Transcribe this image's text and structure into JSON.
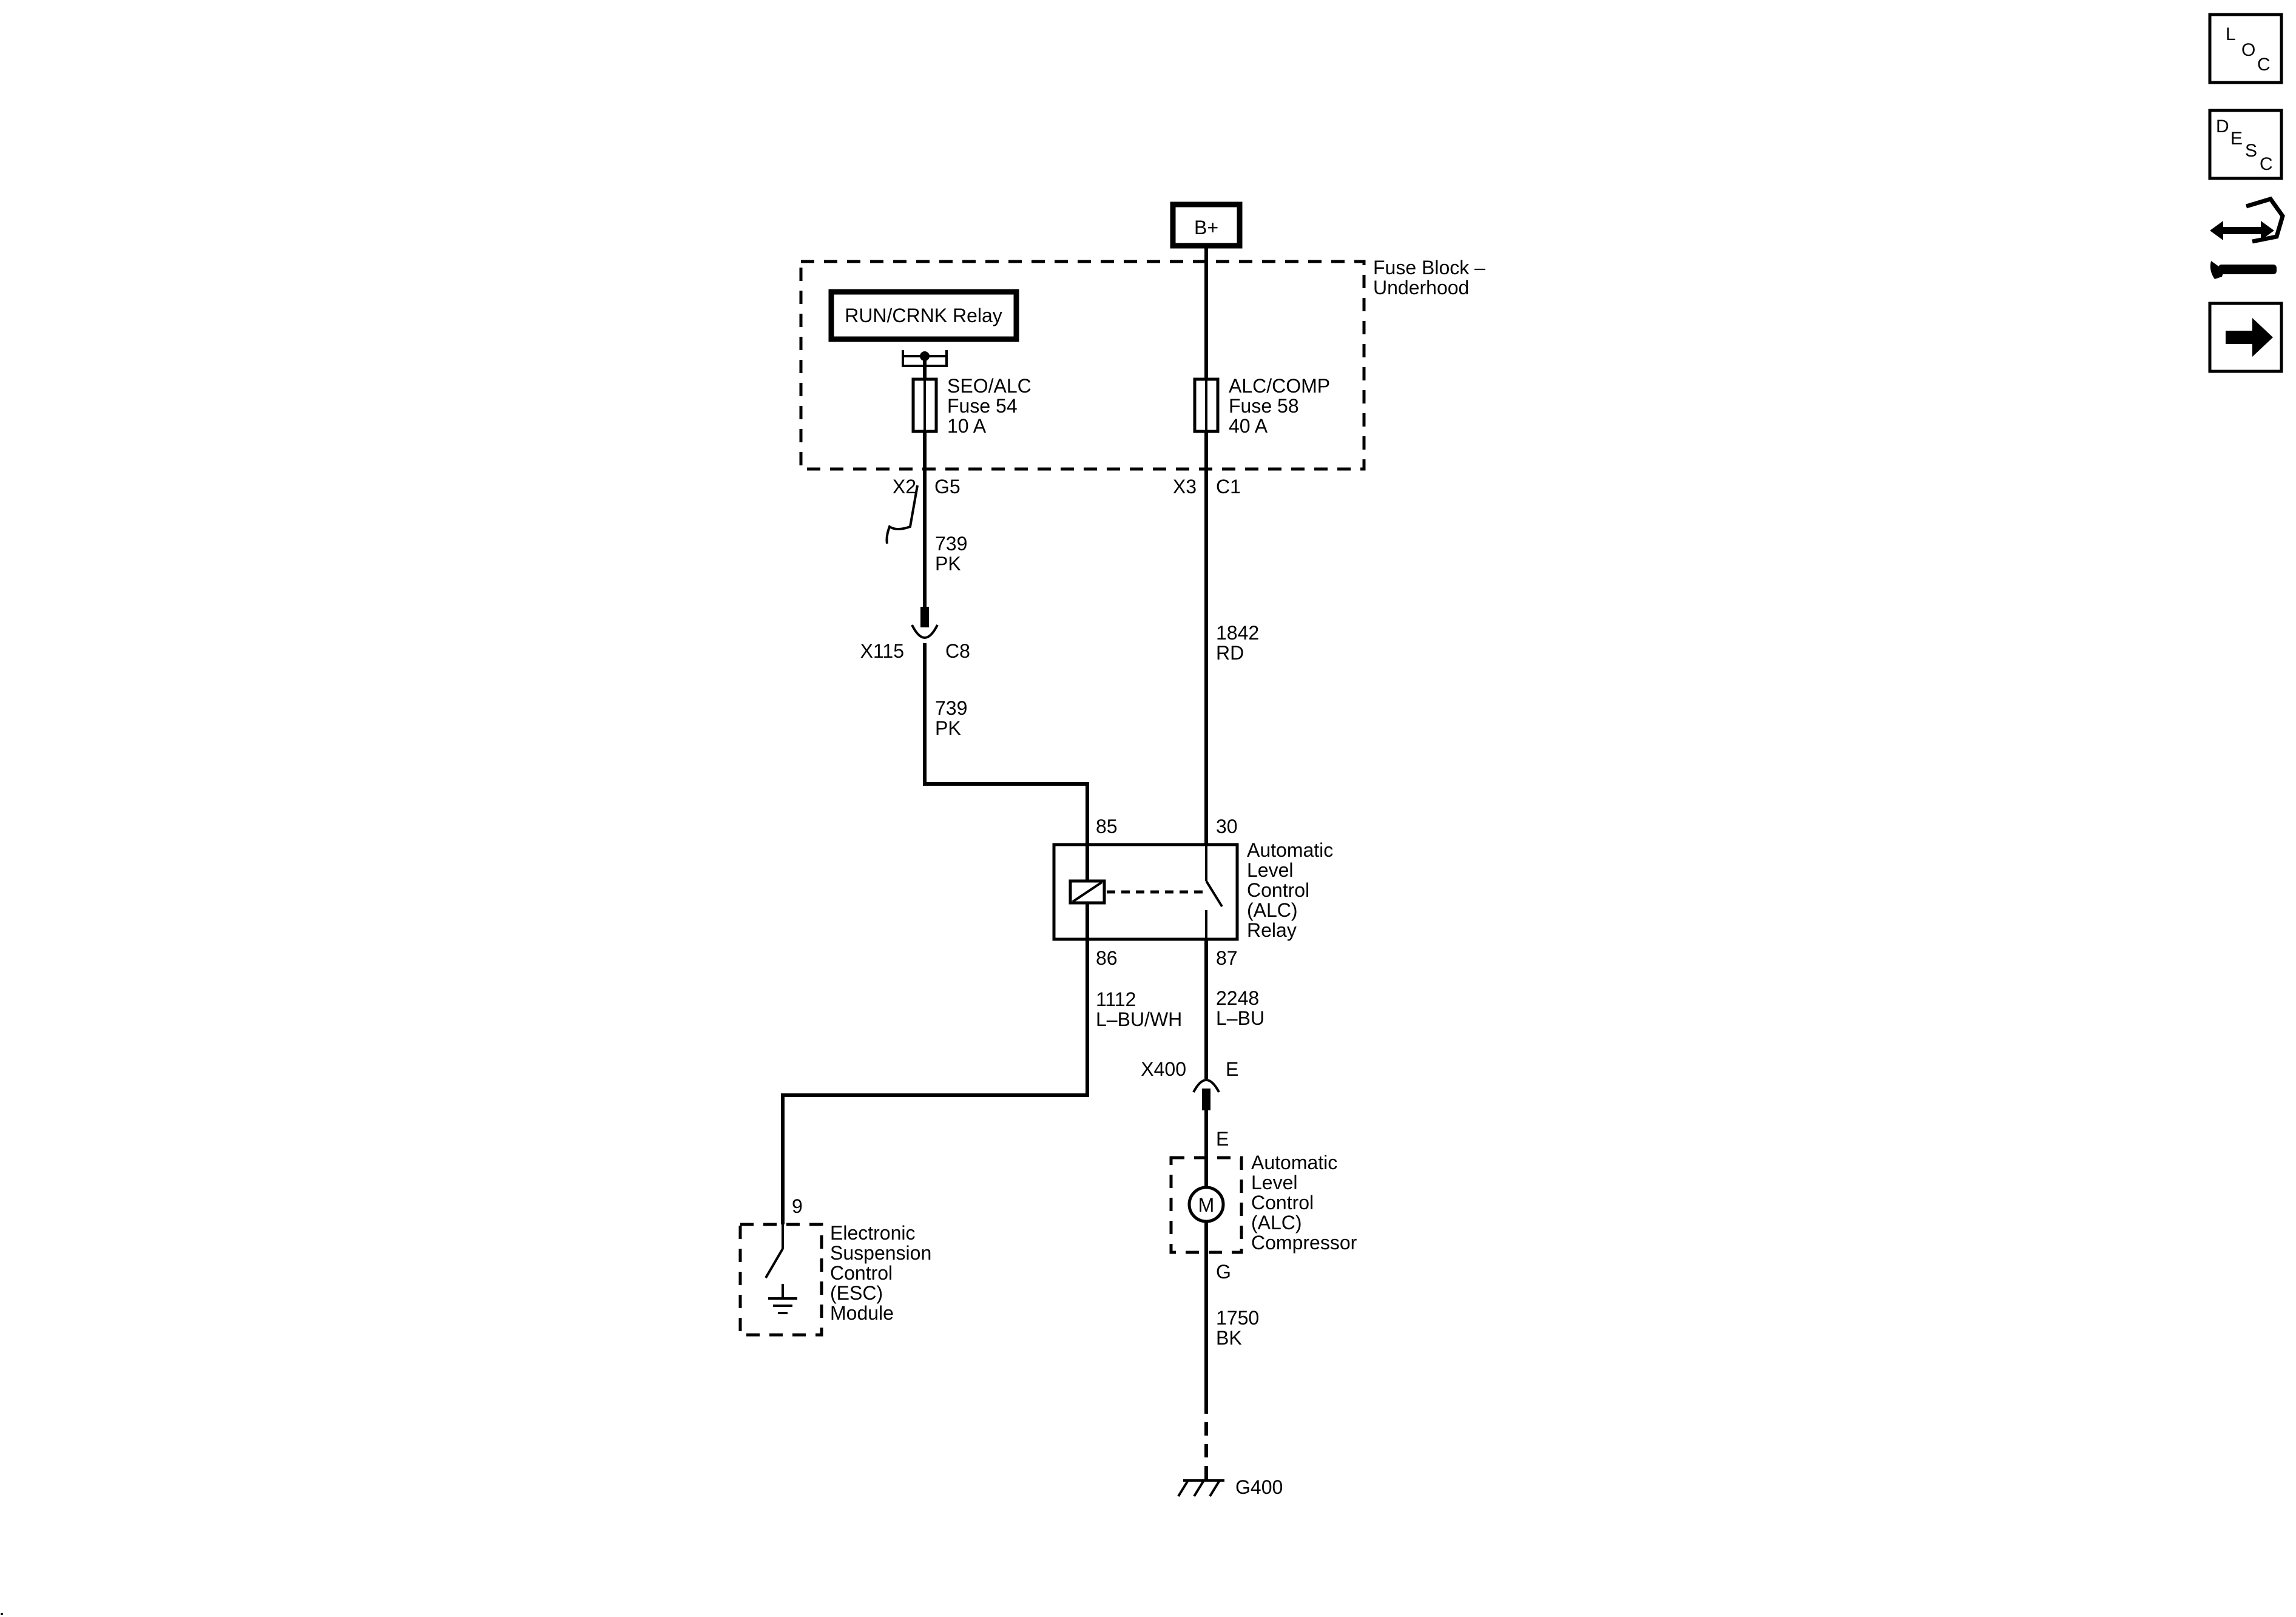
{
  "power": {
    "label": "B+"
  },
  "fuse_block": {
    "label_line1": "Fuse Block –",
    "label_line2": "Underhood"
  },
  "run_crnk_relay": {
    "label": "RUN/CRNK Relay"
  },
  "fuse54": {
    "line1": "SEO/ALC",
    "line2": "Fuse 54",
    "line3": "10 A"
  },
  "fuse58": {
    "line1": "ALC/COMP",
    "line2": "Fuse 58",
    "line3": "40 A"
  },
  "connectors": {
    "x2": "X2",
    "g5": "G5",
    "x3": "X3",
    "c1": "C1",
    "x115": "X115",
    "c8": "C8",
    "x400": "X400",
    "e_top": "E",
    "e_bottom": "E",
    "g": "G"
  },
  "wires": {
    "w739a": {
      "num": "739",
      "color": "PK"
    },
    "w739b": {
      "num": "739",
      "color": "PK"
    },
    "w1842": {
      "num": "1842",
      "color": "RD"
    },
    "w1112": {
      "num": "1112",
      "color": "L–BU/WH"
    },
    "w2248": {
      "num": "2248",
      "color": "L–BU"
    },
    "w1750": {
      "num": "1750",
      "color": "BK"
    }
  },
  "relay": {
    "pin85": "85",
    "pin30": "30",
    "pin86": "86",
    "pin87": "87",
    "label": [
      "Automatic",
      "Level",
      "Control",
      "(ALC)",
      "Relay"
    ]
  },
  "compressor": {
    "motor": "M",
    "label": [
      "Automatic",
      "Level",
      "Control",
      "(ALC)",
      "Compressor"
    ]
  },
  "esc_module": {
    "pin": "9",
    "label": [
      "Electronic",
      "Suspension",
      "Control",
      "(ESC)",
      "Module"
    ]
  },
  "ground": {
    "label": "G400"
  },
  "nav_icons": {
    "loc": [
      "L",
      "O",
      "C"
    ],
    "desc": [
      "D",
      "E",
      "S",
      "C"
    ]
  }
}
